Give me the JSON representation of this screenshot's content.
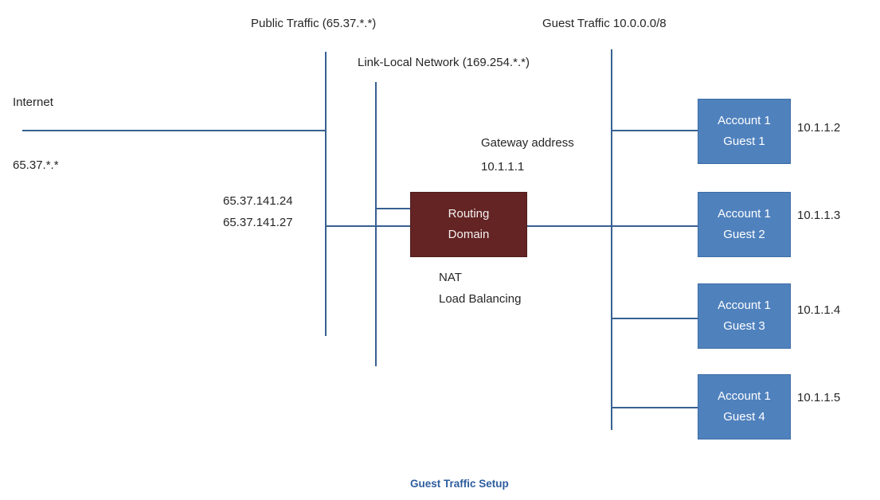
{
  "diagram": {
    "labels": {
      "public_traffic": "Public Traffic (65.37.*.*)",
      "guest_traffic": "Guest Traffic 10.0.0.0/8",
      "link_local": "Link-Local Network (169.254.*.*)",
      "internet": "Internet",
      "internet_ip": "65.37.*.*",
      "public_ip_1": "65.37.141.24",
      "public_ip_2": "65.37.141.27",
      "gateway_line1": "Gateway address",
      "gateway_line2": "10.1.1.1",
      "nat": "NAT",
      "load_balancing": "Load Balancing",
      "caption": "Guest Traffic Setup"
    },
    "routing_box": {
      "line1": "Routing",
      "line2": "Domain"
    },
    "guests": [
      {
        "line1": "Account 1",
        "line2": "Guest 1",
        "ip": "10.1.1.2"
      },
      {
        "line1": "Account 1",
        "line2": "Guest 2",
        "ip": "10.1.1.3"
      },
      {
        "line1": "Account 1",
        "line2": "Guest 3",
        "ip": "10.1.1.4"
      },
      {
        "line1": "Account 1",
        "line2": "Guest 4",
        "ip": "10.1.1.5"
      }
    ],
    "colors": {
      "line_blue": "#376092",
      "routing_box_fill": "#632423",
      "guest_box_fill": "#4f81bd",
      "caption_blue": "#2e5d9e",
      "text_dark": "#262626"
    }
  }
}
